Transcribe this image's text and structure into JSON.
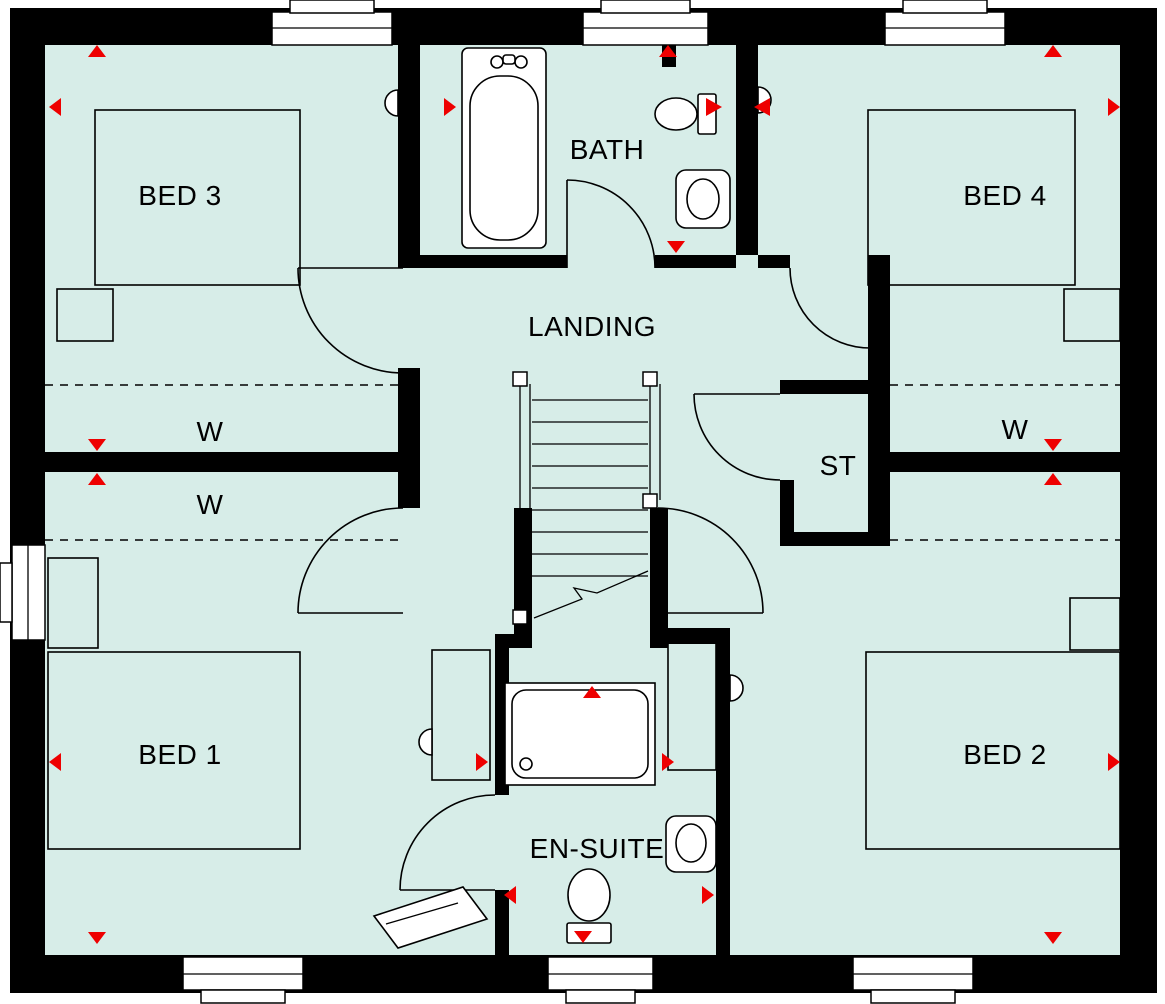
{
  "colors": {
    "floor": "#d7ede8",
    "wall": "#000000",
    "line": "#000000",
    "marker": "#ee0000",
    "background": "#ffffff"
  },
  "rooms": {
    "bed3": {
      "label": "BED 3"
    },
    "bath": {
      "label": "BATH"
    },
    "bed4": {
      "label": "BED 4"
    },
    "landing": {
      "label": "LANDING"
    },
    "wardrobe_left_upper": {
      "label": "W"
    },
    "wardrobe_left_lower": {
      "label": "W"
    },
    "wardrobe_right": {
      "label": "W"
    },
    "store": {
      "label": "ST"
    },
    "bed1": {
      "label": "BED 1"
    },
    "ensuite": {
      "label": "EN-SUITE"
    },
    "bed2": {
      "label": "BED 2"
    }
  }
}
